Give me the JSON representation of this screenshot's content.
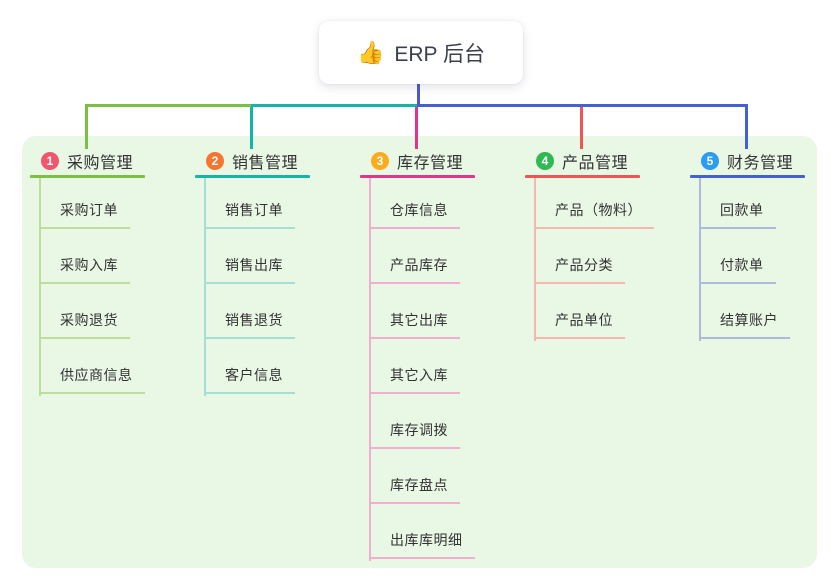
{
  "root": {
    "icon": "👍",
    "label": "ERP 后台"
  },
  "colors": {
    "page_bg": "#ffffff",
    "panel_bg": "#e9f7e5",
    "root_line": "#4a5cc8",
    "node_text": "#333333",
    "root_text": "#3b404c"
  },
  "branches": [
    {
      "id": "purchase",
      "index": "1",
      "label": "采购管理",
      "badge_color": "#f2566c",
      "line_color": "#7cc043",
      "light_color": "#bedd9b",
      "children": [
        "采购订单",
        "采购入库",
        "采购退货",
        "供应商信息"
      ]
    },
    {
      "id": "sales",
      "index": "2",
      "label": "销售管理",
      "badge_color": "#f7752f",
      "line_color": "#13b5a6",
      "light_color": "#a3dfd5",
      "children": [
        "销售订单",
        "销售出库",
        "销售退货",
        "客户信息"
      ]
    },
    {
      "id": "inventory",
      "index": "3",
      "label": "库存管理",
      "badge_color": "#fbab1b",
      "line_color": "#e1348d",
      "light_color": "#f2aed2",
      "children": [
        "仓库信息",
        "产品库存",
        "其它出库",
        "其它入库",
        "库存调拨",
        "库存盘点",
        "出库库明细"
      ]
    },
    {
      "id": "product",
      "index": "4",
      "label": "产品管理",
      "badge_color": "#2eb952",
      "line_color": "#f25353",
      "light_color": "#f7b6ae",
      "children": [
        "产品（物料）",
        "产品分类",
        "产品单位"
      ]
    },
    {
      "id": "finance",
      "index": "5",
      "label": "财务管理",
      "badge_color": "#2b9df0",
      "line_color": "#4560d0",
      "light_color": "#aebad9",
      "children": [
        "回款单",
        "付款单",
        "结算账户"
      ]
    }
  ]
}
